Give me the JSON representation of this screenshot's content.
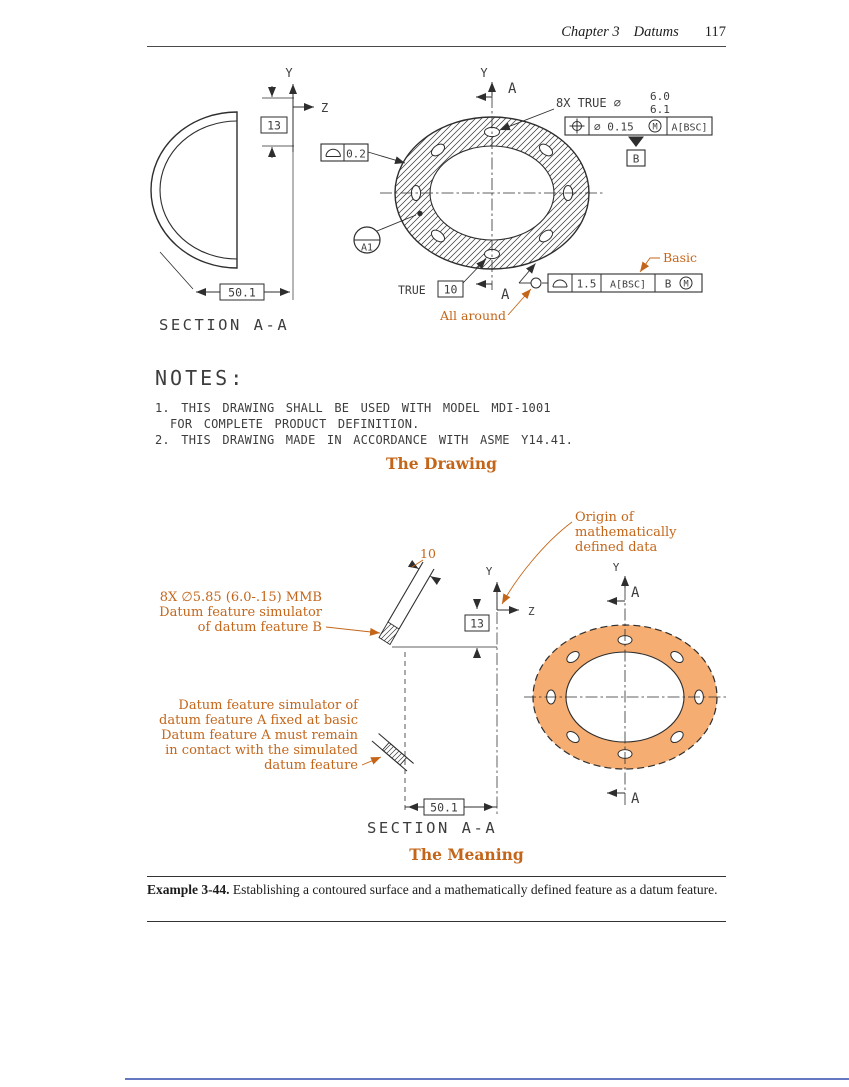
{
  "header": {
    "chapter": "Chapter 3",
    "section": "Datums",
    "page_number": "117"
  },
  "drawing": {
    "title": "The Drawing",
    "axes": {
      "y": "Y",
      "z": "Z"
    },
    "section_label": "SECTION  A-A",
    "dim_13": "13",
    "dim_50_1": "50.1",
    "holes_callout": {
      "prefix": "8X TRUE ∅",
      "upper": "6.0",
      "lower": "6.1"
    },
    "position_fcf": {
      "symbol": "position-icon",
      "tolerance": "∅ 0.15",
      "modifier": "M",
      "datum": "A[BSC]"
    },
    "datum_b": "B",
    "profile_fcf_small": {
      "symbol": "profile-icon",
      "value": "0.2"
    },
    "datum_target": "A1",
    "true_label": "TRUE",
    "true_value": "10",
    "profile_fcf_main": {
      "symbol": "profile-icon",
      "value": "1.5",
      "datum_1": "A[BSC]",
      "datum_2": "B",
      "modifier": "M"
    },
    "basic_note": "Basic",
    "all_around_note": "All around",
    "section_arrow": "A"
  },
  "notes": {
    "heading": "NOTES:",
    "line_1": "1. THIS DRAWING SHALL BE USED WITH MODEL MDI-1001",
    "line_2": "FOR COMPLETE PRODUCT DEFINITION.",
    "line_3": "2. THIS DRAWING MADE IN ACCORDANCE WITH ASME Y14.41."
  },
  "meaning": {
    "title": "The Meaning",
    "origin_note_1": "Origin of",
    "origin_note_2": "mathematically",
    "origin_note_3": "defined data",
    "dim_10": "10",
    "sim_b_note_1": "8X ∅5.85 (6.0-.15) MMB",
    "sim_b_note_2": "Datum feature simulator",
    "sim_b_note_3": "of datum feature B",
    "sim_a_note_1": "Datum feature simulator of",
    "sim_a_note_2": "datum feature A fixed at basic",
    "sim_a_note_3": "Datum feature A must remain",
    "sim_a_note_4": "in contact with the simulated",
    "sim_a_note_5": "datum feature",
    "axes": {
      "y": "Y",
      "z": "Z"
    },
    "dim_13": "13",
    "dim_50_1": "50.1",
    "section_label": "SECTION  A-A",
    "section_arrow": "A"
  },
  "caption": {
    "lead": "Example 3-44.",
    "body": " Establishing a contoured surface and a mathematically defined feature as a datum feature."
  },
  "colors": {
    "accent_orange": "#c4661a",
    "simulator_fill": "#f5ad72",
    "ink": "#2e2e2e",
    "edge_blue": "#4a5fb5"
  }
}
